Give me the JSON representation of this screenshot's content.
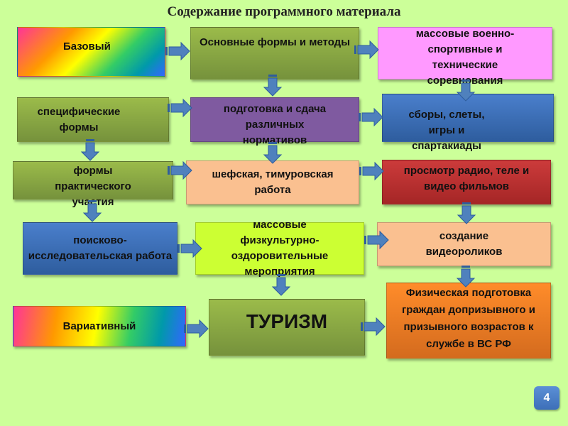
{
  "title": "Содержание программного материала",
  "boxes": {
    "basic": "Базовый",
    "main_forms": "Основные формы и методы",
    "mass_military": "массовые военно-спортивные и технические соревнования",
    "specific": "специфические формы",
    "norms": "подготовка и сдача различных нормативов",
    "gatherings": "сборы, слеты, игры и спартакиады",
    "practical": "формы практического участия",
    "patronage": "шефская, тимуровская работа",
    "viewing": "просмотр радио, теле и видео фильмов",
    "research": "поисково-исследовательская работа",
    "mass_sport": "массовые физкультурно-оздоровительные мероприятия",
    "videos": "создание видеороликов",
    "variative": "Вариативный",
    "tourism": "ТУРИЗМ",
    "physical": "Физическая подготовка граждан допризывного и призывного возрастов к службе в ВС РФ"
  },
  "page_number": "4"
}
